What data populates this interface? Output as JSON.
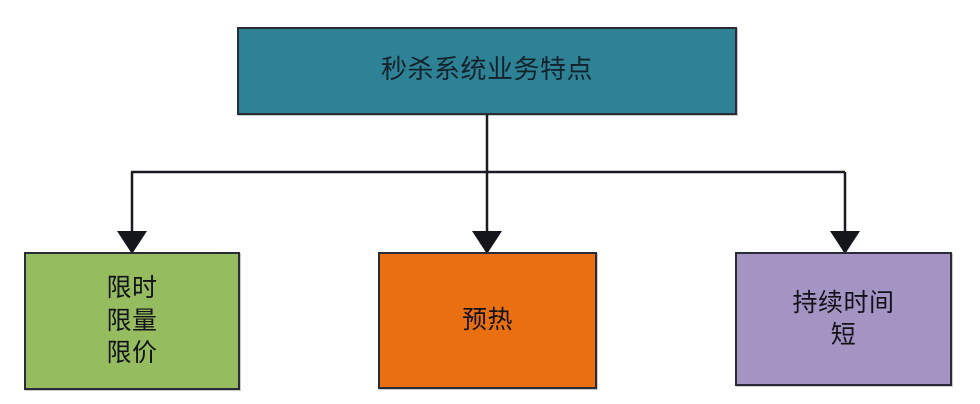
{
  "diagram": {
    "type": "tree",
    "title": "秒杀系统业务特点",
    "background_color": "#ffffff",
    "border_color": "#2b2b38",
    "connector_color": "#1b1b22",
    "root": {
      "id": "root",
      "label": "秒杀系统业务特点",
      "fill_color": "#2e8296"
    },
    "children": [
      {
        "id": "limits",
        "label": "限时\n限量\n限价",
        "lines": [
          "限时",
          "限量",
          "限价"
        ],
        "fill_color": "#95bc5e"
      },
      {
        "id": "warmup",
        "label": "预热",
        "lines": [
          "预热"
        ],
        "fill_color": "#e96f11"
      },
      {
        "id": "duration",
        "label": "持续时间\n短",
        "lines": [
          "持续时间",
          "短"
        ],
        "fill_color": "#a494c4"
      }
    ],
    "edges": [
      {
        "from": "root",
        "to": "limits",
        "arrow": "down"
      },
      {
        "from": "root",
        "to": "warmup",
        "arrow": "down"
      },
      {
        "from": "root",
        "to": "duration",
        "arrow": "down"
      }
    ]
  }
}
